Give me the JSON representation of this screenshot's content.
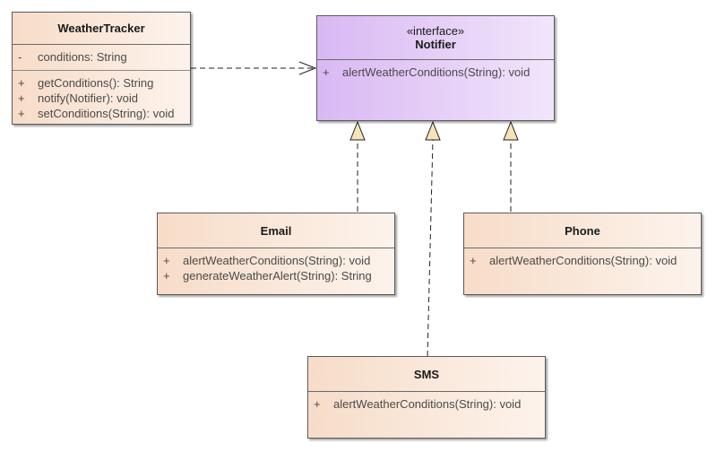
{
  "weather_tracker": {
    "name": "WeatherTracker",
    "attributes": [
      {
        "visibility": "-",
        "text": "conditions: String"
      }
    ],
    "operations": [
      {
        "visibility": "+",
        "text": "getConditions(): String"
      },
      {
        "visibility": "+",
        "text": "notify(Notifier): void"
      },
      {
        "visibility": "+",
        "text": "setConditions(String): void"
      }
    ]
  },
  "notifier": {
    "stereotype": "«interface»",
    "name": "Notifier",
    "operations": [
      {
        "visibility": "+",
        "text": "alertWeatherConditions(String): void"
      }
    ]
  },
  "email": {
    "name": "Email",
    "operations": [
      {
        "visibility": "+",
        "text": "alertWeatherConditions(String): void"
      },
      {
        "visibility": "+",
        "text": "generateWeatherAlert(String): String"
      }
    ]
  },
  "phone": {
    "name": "Phone",
    "operations": [
      {
        "visibility": "+",
        "text": "alertWeatherConditions(String): void"
      }
    ]
  },
  "sms": {
    "name": "SMS",
    "operations": [
      {
        "visibility": "+",
        "text": "alertWeatherConditions(String): void"
      }
    ]
  },
  "colors": {
    "class_fill_start": "#f7dcc8",
    "class_fill_end": "#fdf3ec",
    "interface_fill_start": "#d9b8f3",
    "interface_fill_end": "#f1e5fb",
    "generalization_arrow_fill": "#f7e3b8"
  }
}
